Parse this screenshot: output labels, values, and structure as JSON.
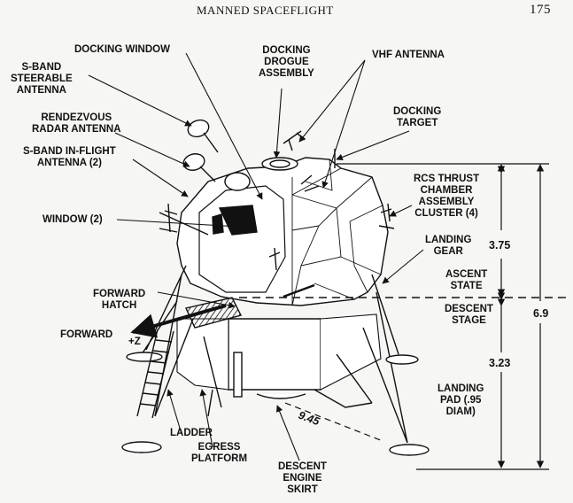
{
  "header": {
    "title": "MANNED SPACEFLIGHT",
    "page": "175"
  },
  "labels": {
    "docking_window": "DOCKING WINDOW",
    "sband_steerable": [
      "S-BAND",
      "STEERABLE",
      "ANTENNA"
    ],
    "docking_drogue": [
      "DOCKING",
      "DROGUE",
      "ASSEMBLY"
    ],
    "vhf_antenna": "VHF ANTENNA",
    "rendezvous_radar": [
      "RENDEZVOUS",
      "RADAR ANTENNA"
    ],
    "docking_target": [
      "DOCKING",
      "TARGET"
    ],
    "sband_inflight": [
      "S-BAND IN-FLIGHT",
      "ANTENNA (2)"
    ],
    "rcs_thrust": [
      "RCS THRUST",
      "CHAMBER",
      "ASSEMBLY",
      "CLUSTER (4)"
    ],
    "window": "WINDOW (2)",
    "landing_gear": [
      "LANDING",
      "GEAR"
    ],
    "ascent_stage": [
      "ASCENT",
      "STATE"
    ],
    "forward_hatch": [
      "FORWARD",
      "HATCH"
    ],
    "descent_stage": [
      "DESCENT",
      "STAGE"
    ],
    "forward": "FORWARD",
    "plus_z": "+Z",
    "landing_pad": [
      "LANDING",
      "PAD (.95",
      "DIAM)"
    ],
    "ladder": "LADDER",
    "egress_platform": [
      "EGRESS",
      "PLATFORM"
    ],
    "descent_engine_skirt": [
      "DESCENT",
      "ENGINE",
      "SKIRT"
    ]
  },
  "dimensions": {
    "ascent_height": "3.75",
    "descent_height": "3.23",
    "total_height": "6.9",
    "diagonal_span": "9.45"
  }
}
